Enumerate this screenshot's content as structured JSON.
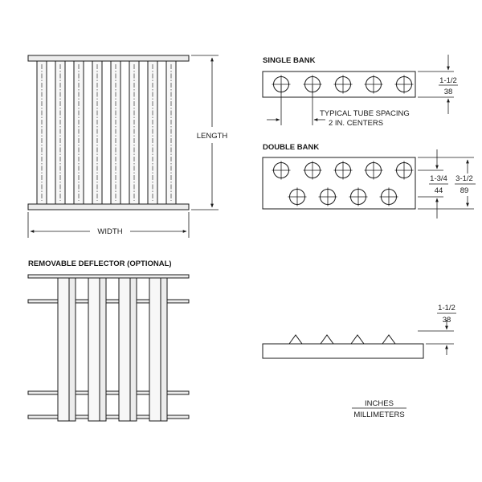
{
  "labels": {
    "length": "LENGTH",
    "width": "WIDTH",
    "single_bank": "SINGLE BANK",
    "double_bank": "DOUBLE BANK",
    "removable_deflector": "REMOVABLE DEFLECTOR (OPTIONAL)",
    "typical_spacing_line1": "TYPICAL TUBE SPACING",
    "typical_spacing_line2": "2 IN. CENTERS"
  },
  "dimensions": {
    "single_bank_height_in": "1-1/2",
    "single_bank_height_mm": "38",
    "double_bank_offset_in": "1-3/4",
    "double_bank_offset_mm": "44",
    "double_bank_height_in": "3-1/2",
    "double_bank_height_mm": "89",
    "deflector_height_in": "1-1/2",
    "deflector_height_mm": "38"
  },
  "legend": {
    "units_top": "INCHES",
    "units_bottom": "MILLIMETERS"
  }
}
